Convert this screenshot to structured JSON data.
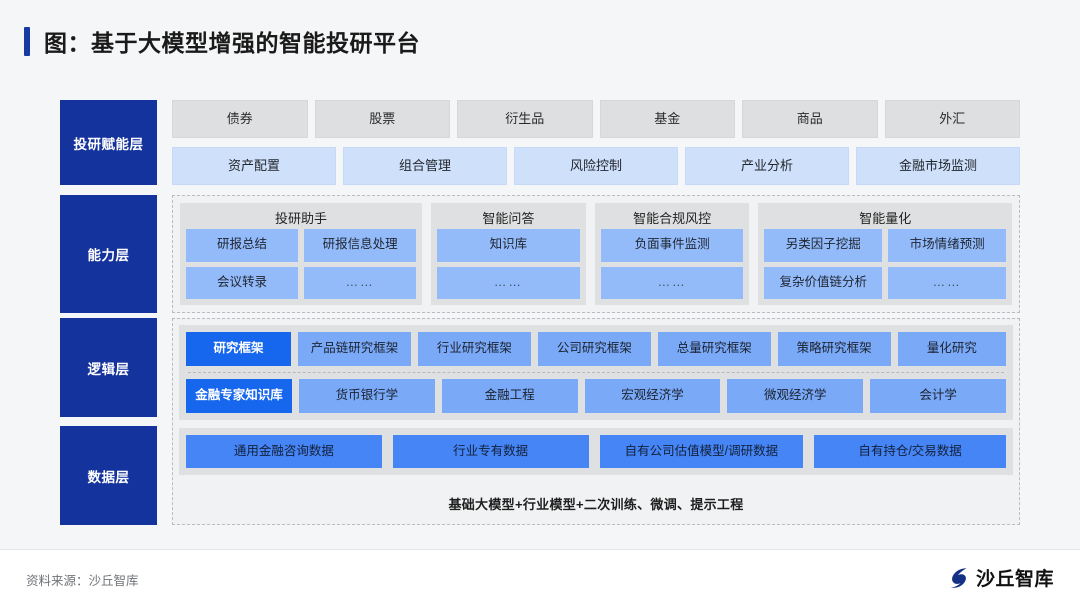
{
  "title": "图：基于大模型增强的智能投研平台",
  "colors": {
    "accent_navy": "#173ba3",
    "layer_label_bg": "#15339c",
    "gray_cell": "#dedfe0",
    "pale_blue_cell": "#cfe0fb",
    "chip_blue": "#93bbfa",
    "logic_blue": "#79a9f7",
    "logic_highlight": "#1667ee",
    "data_blue": "#4585f5",
    "canvas": "#f5f6f7"
  },
  "layers": {
    "enablement": {
      "label": "投研赋能层",
      "asset_classes": [
        "债券",
        "股票",
        "衍生品",
        "基金",
        "商品",
        "外汇"
      ],
      "functions": [
        "资产配置",
        "组合管理",
        "风险控制",
        "产业分析",
        "金融市场监测"
      ]
    },
    "capability": {
      "label": "能力层",
      "groups": [
        {
          "title": "投研助手",
          "items": [
            "研报总结",
            "研报信息处理",
            "会议转录",
            "……"
          ]
        },
        {
          "title": "智能问答",
          "items": [
            "知识库",
            "……"
          ]
        },
        {
          "title": "智能合规风控",
          "items": [
            "负面事件监测",
            "……"
          ]
        },
        {
          "title": "智能量化",
          "items": [
            "另类因子挖掘",
            "市场情绪预测",
            "复杂价值链分析",
            "……"
          ]
        }
      ]
    },
    "logic": {
      "label": "逻辑层",
      "row1": [
        "研究框架",
        "产品链研究框架",
        "行业研究框架",
        "公司研究框架",
        "总量研究框架",
        "策略研究框架",
        "量化研究"
      ],
      "row2": [
        "金融专家知识库",
        "货币银行学",
        "金融工程",
        "宏观经济学",
        "微观经济学",
        "会计学"
      ]
    },
    "data": {
      "label": "数据层",
      "sources": [
        "通用金融咨询数据",
        "行业专有数据",
        "自有公司估值模型/调研数据",
        "自有持仓/交易数据"
      ],
      "foundation": "基础大模型+行业模型+二次训练、微调、提示工程"
    }
  },
  "footer": {
    "source": "资料来源：沙丘智库",
    "brand": "沙丘智库"
  }
}
